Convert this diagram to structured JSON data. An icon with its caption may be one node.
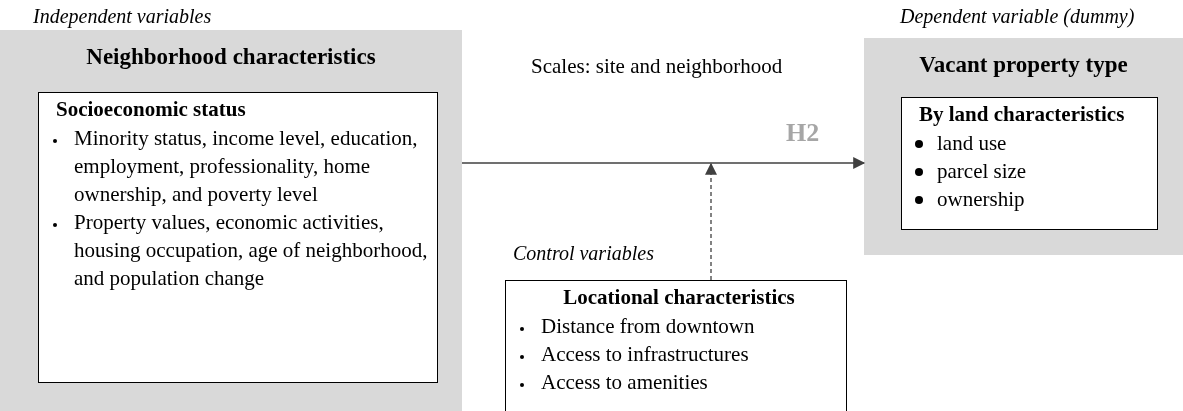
{
  "diagram": {
    "nodes": [
      {
        "text": [
          "Neighborhood characteristics"
        ],
        "beside": [
          "Independent variables"
        ]
      },
      {
        "text": [
          "Socioeconomic status",
          "Minority status, income level, education, employment, professionality, home ownership, and poverty level",
          "Property values, economic activities, housing occupation, age of neighborhood, and population change"
        ],
        "in": 0
      },
      {
        "text": [
          "Vacant property type"
        ],
        "beside": [
          "Dependent variable (dummy)"
        ]
      },
      {
        "text": [
          "By land characteristics",
          "land use",
          "parcel size",
          "ownership"
        ],
        "in": 2
      },
      {
        "text": [
          "Locational characteristics",
          "Distance from downtown",
          "Access to infrastructures",
          "Access to amenities"
        ],
        "beside": [
          "Control variables"
        ]
      }
    ],
    "edges": [
      {
        "from": 0,
        "to": 2,
        "arrow": "to",
        "label": "H2"
      },
      {
        "from": 4,
        "to": null,
        "arrow": "to",
        "style": "dashed"
      }
    ],
    "labels": [
      "Scales: site and neighborhood"
    ]
  }
}
